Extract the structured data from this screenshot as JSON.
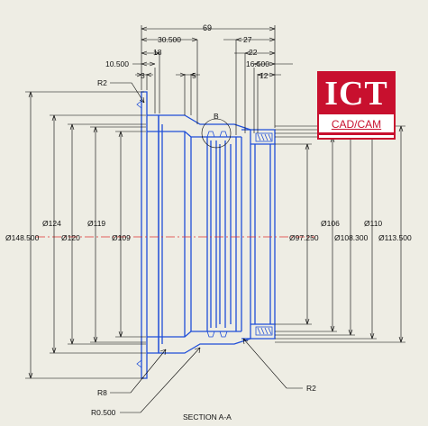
{
  "view_title": "SECTION A-A",
  "horizontal_dims": [
    "69",
    "30.500",
    "27",
    "18",
    "22",
    "10.500",
    "16.500",
    "3",
    "5",
    "12"
  ],
  "diameter_dims": [
    "Ø148.500",
    "Ø124",
    "Ø120",
    "Ø119",
    "Ø109",
    "Ø97.250",
    "Ø106",
    "Ø108.300",
    "Ø110",
    "Ø113.500"
  ],
  "radius_notes": [
    "R2",
    "R8",
    "R0.500",
    "R2"
  ],
  "detail_label": "B",
  "logo": {
    "main": "ICT",
    "sub": "CAD/CAM"
  },
  "colors": {
    "part": "#1f4ed8",
    "centerline": "#e03030",
    "logo": "#c8102e",
    "background": "#eeede4"
  }
}
